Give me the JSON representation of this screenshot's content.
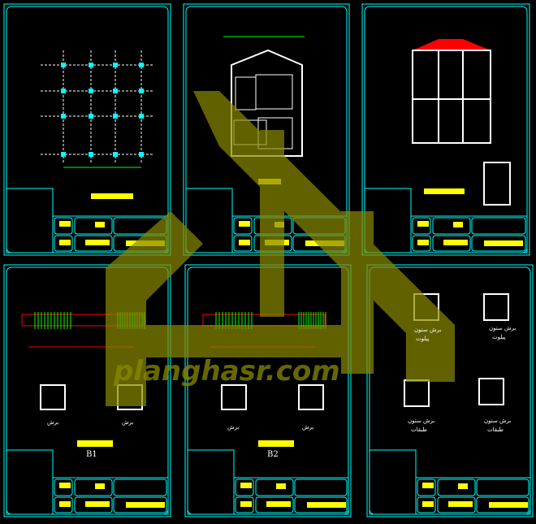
{
  "sheets": [
    {
      "id": "foundation-plan",
      "caption": ""
    },
    {
      "id": "architectural-plan",
      "caption": ""
    },
    {
      "id": "frame-elevation",
      "caption": ""
    },
    {
      "id": "beam-b1",
      "caption": "B1",
      "section_label": "برش"
    },
    {
      "id": "beam-b2",
      "caption": "B2",
      "section_label": "برش"
    },
    {
      "id": "column-sections",
      "caption": "",
      "labels": [
        "برش ستون",
        "پیلوت",
        "برش ستون",
        "پیلوت",
        "برش ستون",
        "طبقات",
        "برش ستون",
        "طبقات"
      ]
    }
  ],
  "watermark": "planghasr.com",
  "colors": {
    "frame": "#00ffff",
    "title": "#ffff00",
    "grid": "#ffffff",
    "dim": "#00ff00",
    "mark": "#ff0000",
    "watermark": "#8a8a00"
  }
}
